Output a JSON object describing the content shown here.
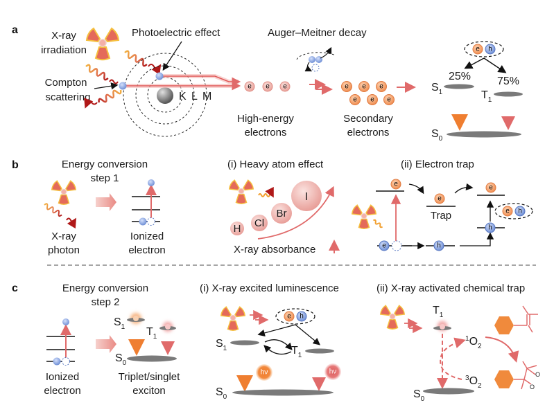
{
  "colors": {
    "electron_fill": "#f0a070",
    "electron_stroke": "#e07a40",
    "hole_fill": "#8ea8e0",
    "hole_stroke": "#5575c0",
    "high_energy_electron": "#f0b4ae",
    "beam": "#e57373",
    "arrow_red": "#e06a6a",
    "arrow_orange": "#f08a3c",
    "level_gray": "#7a7a7a",
    "hexagon": "#f08a3c"
  },
  "panel_a": {
    "label": "a",
    "xray_irradiation": [
      "X-ray",
      "irradiation"
    ],
    "photoelectric_effect": "Photoelectric effect",
    "compton_scattering": [
      "Compton",
      "scattering"
    ],
    "shells": [
      "K",
      "L",
      "M"
    ],
    "auger_meitner_decay": "Auger–Meitner decay",
    "high_energy_electrons": [
      "High-energy",
      "electrons"
    ],
    "secondary_electrons": [
      "Secondary",
      "electrons"
    ],
    "electron_symbol": "e",
    "hole_symbol": "h",
    "singlet_fraction": "25%",
    "triplet_fraction": "75%",
    "S1": {
      "base": "S",
      "sub": "1"
    },
    "T1": {
      "base": "T",
      "sub": "1"
    },
    "S0": {
      "base": "S",
      "sub": "0"
    }
  },
  "panel_b": {
    "label": "b",
    "step_title": [
      "Energy conversion",
      "step 1"
    ],
    "xray_photon": [
      "X-ray",
      "photon"
    ],
    "ionized_electron": [
      "Ionized",
      "electron"
    ],
    "heavy_atom_title": "(i) Heavy atom effect",
    "atoms": [
      "H",
      "Cl",
      "Br",
      "I"
    ],
    "xray_absorbance": "X-ray absorbance",
    "electron_trap_title": "(ii) Electron trap",
    "trap_label": "Trap",
    "electron_symbol": "e",
    "hole_symbol": "h"
  },
  "panel_c": {
    "label": "c",
    "step_title": [
      "Energy conversion",
      "step 2"
    ],
    "ionized_electron": [
      "Ionized",
      "electron"
    ],
    "exciton": [
      "Triplet/singlet",
      "exciton"
    ],
    "luminescence_title": "(i) X-ray excited luminescence",
    "chem_trap_title": "(ii) X-ray activated chemical trap",
    "photon_symbol": "hν",
    "electron_symbol": "e",
    "hole_symbol": "h",
    "S1": {
      "base": "S",
      "sub": "1"
    },
    "T1": {
      "base": "T",
      "sub": "1"
    },
    "S0": {
      "base": "S",
      "sub": "0"
    },
    "singlet_oxygen": {
      "sup": "1",
      "base": "O",
      "sub": "2"
    },
    "triplet_oxygen": {
      "sup": "3",
      "base": "O",
      "sub": "2"
    },
    "peroxide_atoms": [
      "O",
      "O"
    ]
  }
}
